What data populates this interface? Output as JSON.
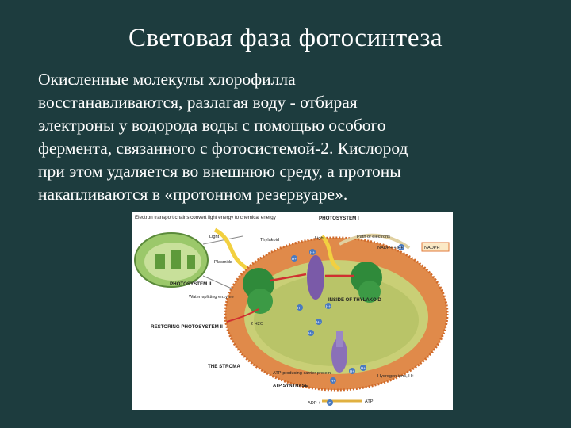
{
  "title": "Световая фаза фотосинтеза",
  "paragraph_lines": [
    "Окисленные молекулы хлорофилла",
    "восстанавливаются, разлагая воду - отбирая",
    "электроны у водорода воды с помощью особого",
    "фермента, связанного с фотосистемой-2. Кислород",
    "при этом удаляется во внешнюю среду, а протоны",
    "накапливаются в «протонном резервуаре»."
  ],
  "diagram": {
    "header": "Electron transport chains convert light energy to chemical energy",
    "photosystem_1": "PHOTOSYSTEM I",
    "light_left": "Light",
    "light_right": "Light",
    "thylakoid": "Thylakoid",
    "path_of_electrons": "Path of electrons",
    "nadp": "NADP+ + H+",
    "nadph": "NADPH",
    "plasmids": "Plasmids",
    "photosystem_2": "PHOTOSYSTEM II",
    "water_splitting": "Water-splitting enzyme",
    "inside_thylakoid": "INSIDE OF THYLAKOID",
    "restoring": "RESTORING PHOTOSYSTEM II",
    "water": "2 H2O",
    "stroma": "THE STROMA",
    "atp_enzyme": "ATP-producing carrier protein",
    "atp_synthase": "ATP SYNTHASE",
    "hydrogen_ions": "Hydrogen ions, H+",
    "adp": "ADP +",
    "atp": "ATP",
    "h_ion": "H+",
    "p_ion": "P"
  },
  "colors": {
    "background": "#1d3c3e",
    "membrane": "#e07a3a",
    "lumen": "#c8d070",
    "photosystem": "#2f8a3a",
    "protein": "#7a5aa8"
  }
}
